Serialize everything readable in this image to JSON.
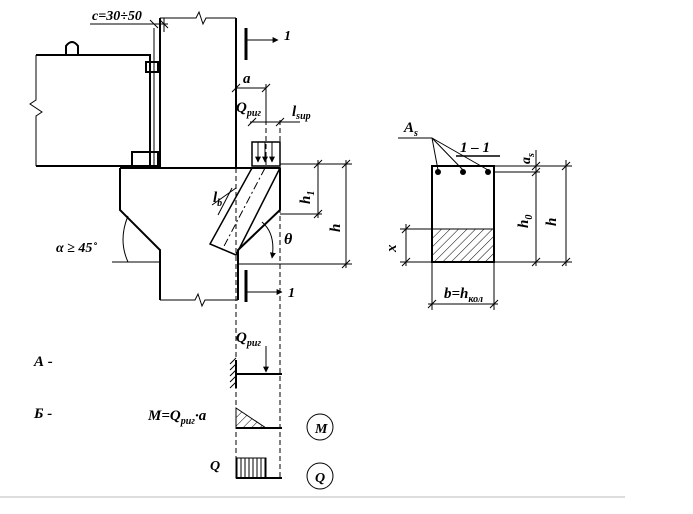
{
  "labels": {
    "c_range": "c=30÷50",
    "section_mark_top": "1",
    "section_mark_bottom": "1",
    "a": "a",
    "q_main": "Q",
    "q_sub": "риг",
    "l_main": "l",
    "l_sub": "sup",
    "h1_main": "h",
    "h1_sub": "1",
    "h": "h",
    "lb_main": "l",
    "lb_sub": "b",
    "theta": "θ",
    "alpha": "α ≥ 45˚",
    "as_main": "A",
    "as_sub": "s",
    "section_title": "1 – 1",
    "as_small_main": "a",
    "as_small_sub": "s",
    "h0_main": "h",
    "h0_sub": "0",
    "h_right": "h",
    "x": "x",
    "b_main": "b=h",
    "b_sub": "кол",
    "scheme_a": "А -",
    "scheme_b": "Б -",
    "q2_main": "Q",
    "q2_sub": "риг",
    "moment_main": "M=Q",
    "moment_sub": "риг",
    "moment_tail": "·a",
    "q_diagram_label": "Q",
    "circle_m": "M",
    "circle_q": "Q"
  }
}
